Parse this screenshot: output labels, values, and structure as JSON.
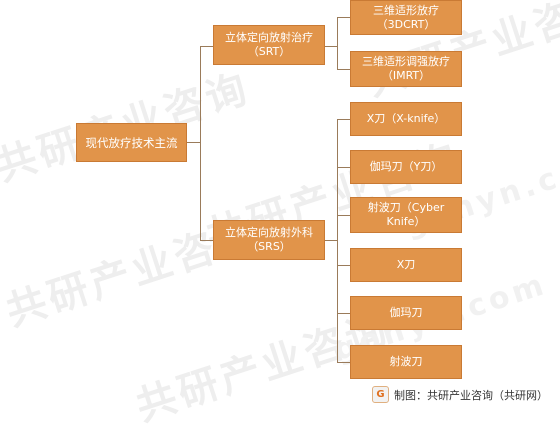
{
  "watermark": {
    "chinese": "共研产业咨询",
    "latin": "gonyn.com"
  },
  "root": {
    "label": "现代放疗技术主流"
  },
  "branches": [
    {
      "label": "立体定向放射治疗\n（SRT）",
      "children": [
        {
          "label": "三维适形放疗\n（3DCRT）"
        },
        {
          "label": "三维适形调强放疗\n（IMRT）"
        }
      ]
    },
    {
      "label": "立体定向放射外科\n（SRS）",
      "children": [
        {
          "label": "X刀（X-knife）"
        },
        {
          "label": "伽玛刀（Y刀）"
        },
        {
          "label": "射波刀（Cyber\nKnife）"
        },
        {
          "label": "X刀"
        },
        {
          "label": "伽玛刀"
        },
        {
          "label": "射波刀"
        }
      ]
    }
  ],
  "footer": {
    "logo_icon": "G",
    "text": "制图：共研产业咨询（共研网）"
  },
  "colors": {
    "box_fill": "#e1944a",
    "box_border": "#c97a34",
    "line": "#9a7b5a"
  }
}
